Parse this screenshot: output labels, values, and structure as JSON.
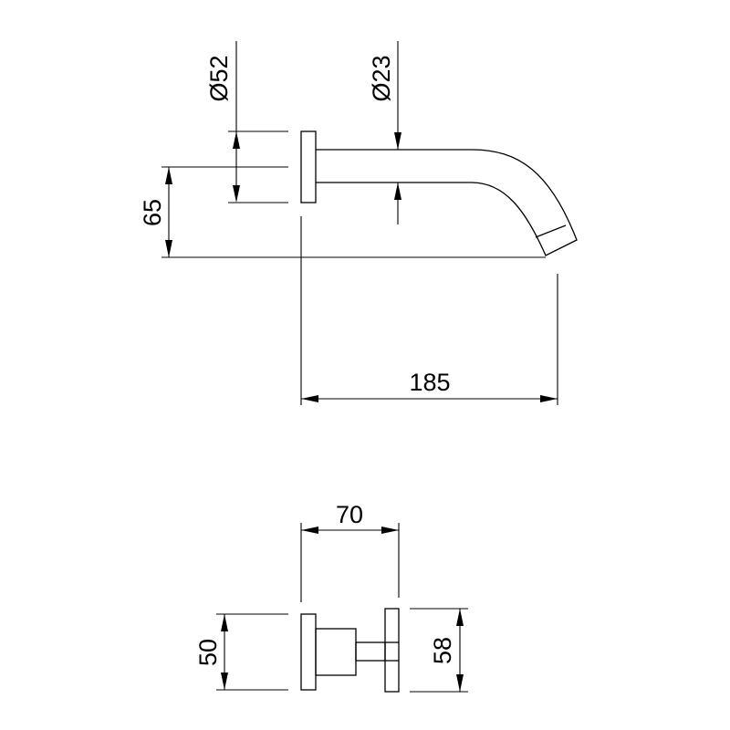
{
  "spout_view": {
    "dim_flange_diameter": "Ø52",
    "dim_spout_diameter": "Ø23",
    "dim_height": "65",
    "dim_projection": "185"
  },
  "valve_view": {
    "dim_depth": "70",
    "dim_rosette": "50",
    "dim_handle": "58"
  }
}
